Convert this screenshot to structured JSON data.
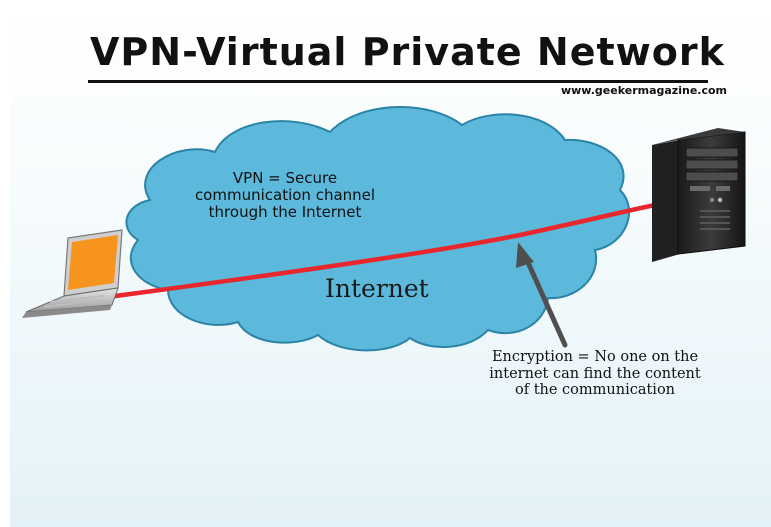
{
  "title": "VPN-Virtual Private Network",
  "website": "www.geekermagazine.com",
  "cloud": {
    "label": "Internet",
    "caption": "VPN = Secure communication channel through the Internet"
  },
  "annotation": {
    "text": "Encryption = No one on the internet can find the content of the communication"
  },
  "colors": {
    "cloud_fill": "#5cb9dc",
    "cloud_stroke": "#2b83a6",
    "tunnel": "#e8262c",
    "arrow": "#4f4f4f",
    "laptop_screen": "#f7941d"
  },
  "icons": {
    "client": "laptop-icon",
    "server": "server-tower-icon"
  }
}
